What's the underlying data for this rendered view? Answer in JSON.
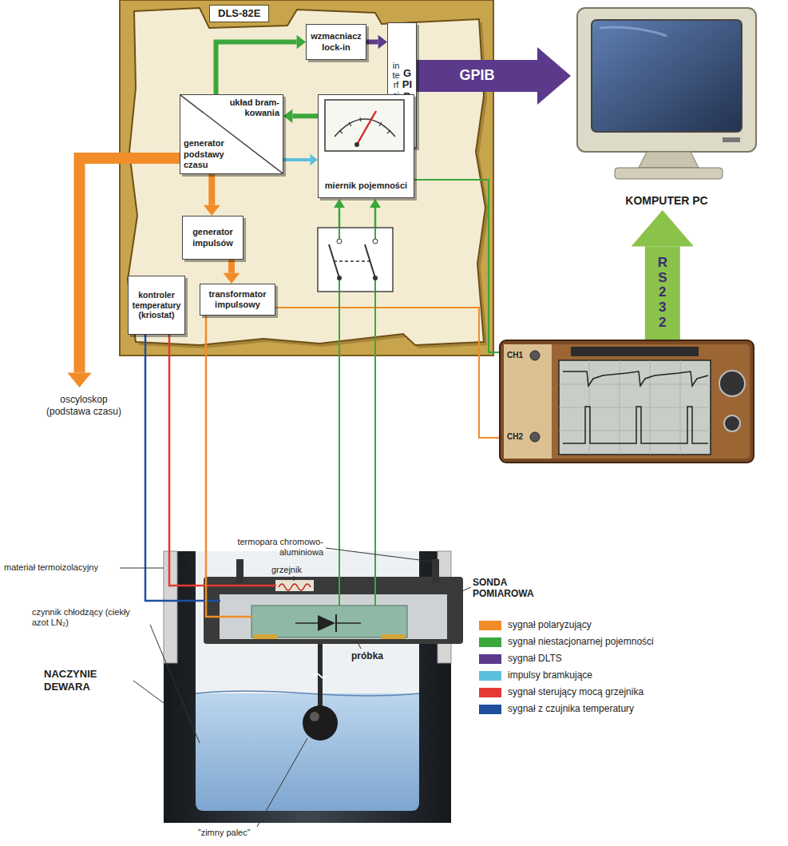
{
  "diagram": {
    "nodes": [
      {
        "text": [
          "DLS-82E"
        ]
      },
      {
        "text": [
          "wzmacniacz lock-in"
        ],
        "in": 0
      },
      {
        "text": [
          "interfejs",
          "GPIB"
        ],
        "in": 0
      },
      {
        "text": [
          "układ bram-kowania",
          "generator podstawy czasu"
        ],
        "in": 0
      },
      {
        "text": [
          "miernik pojemności"
        ],
        "in": 0
      },
      {
        "text": [
          "generator impulsów"
        ],
        "in": 0
      },
      {
        "text": [
          "kontroler temperatury (kriostat)"
        ],
        "in": 0
      },
      {
        "text": [
          "transformator impulsowy"
        ],
        "in": 0
      },
      {
        "text": [
          "KOMPUTER PC"
        ]
      },
      {
        "text": [
          "oscyloskop (podstawa czasu)"
        ]
      },
      {
        "text": [
          "CH1",
          "CH2"
        ]
      }
    ],
    "edges": [
      {
        "from": 2,
        "to": 8,
        "arrow": "to",
        "label": "GPIB"
      },
      {
        "from": 10,
        "to": 8,
        "arrow": "to",
        "label": "RS232"
      },
      {
        "from": 1,
        "to": 2,
        "arrow": "to"
      },
      {
        "from": 3,
        "to": 1,
        "arrow": "to"
      },
      {
        "from": 4,
        "to": 3,
        "arrow": "to"
      },
      {
        "from": 3,
        "to": 4,
        "arrow": "to"
      },
      {
        "from": 3,
        "to": 5,
        "arrow": "to"
      },
      {
        "from": 5,
        "to": 7,
        "arrow": "to"
      },
      {
        "from": 3,
        "to": 9,
        "arrow": "to"
      }
    ],
    "labels": [
      "termopara chromowo-aluminiowa",
      "grzejnik",
      "SONDA POMIAROWA",
      "materiał termoizolacyjny",
      "czynnik chłodzący (ciekły azot LN₂)",
      "próbka",
      "NACZYNIE DEWARA",
      "”zimny palec”"
    ],
    "legend": [
      {
        "text": "sygnał polaryzujący",
        "color": "#f28c28"
      },
      {
        "text": "sygnał niestacjonarnej pojemności",
        "color": "#3aa83a"
      },
      {
        "text": "sygnał DLTS",
        "color": "#5b3a8c"
      },
      {
        "text": "impulsy bramkujące",
        "color": "#5bc0de"
      },
      {
        "text": "sygnał sterujący mocą grzejnika",
        "color": "#e53935"
      },
      {
        "text": "sygnał z czujnika temperatury",
        "color": "#1f4e9c"
      }
    ]
  }
}
